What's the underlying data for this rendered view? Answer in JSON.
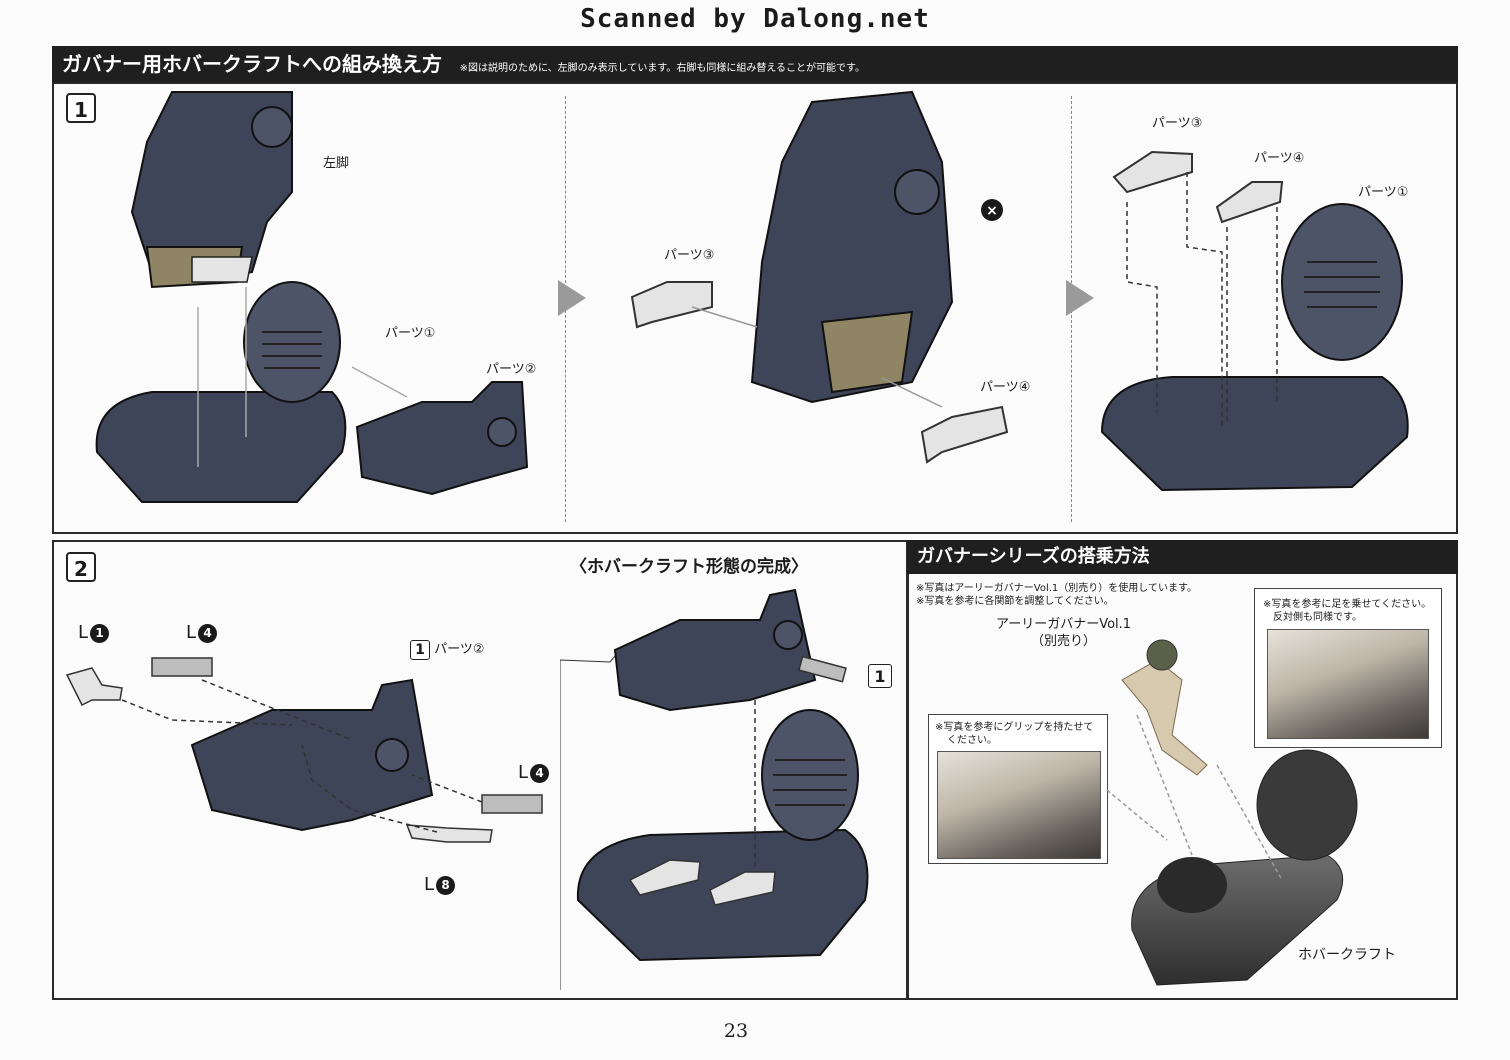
{
  "watermark": "Scanned by Dalong.net",
  "title": {
    "heading": "ガバナー用ホバークラフトへの組み換え方",
    "note": "※図は説明のために、左脚のみ表示しています。右脚も同様に組み替えることが可能です。"
  },
  "step1": {
    "number": "1",
    "labels": {
      "left_leg": "左脚",
      "part1_a": "パーツ①",
      "part2": "パーツ②",
      "part3_a": "パーツ③",
      "part4_a": "パーツ④",
      "part3_b": "パーツ③",
      "part4_b": "パーツ④",
      "part1_b": "パーツ①"
    },
    "x_icon": "×"
  },
  "step2": {
    "number": "2",
    "callout_num": "1",
    "callout_label": "パーツ②",
    "labels": [
      {
        "letter": "L",
        "num": "1"
      },
      {
        "letter": "L",
        "num": "4"
      },
      {
        "letter": "L",
        "num": "4"
      },
      {
        "letter": "L",
        "num": "8"
      }
    ]
  },
  "complete": {
    "title": "〈ホバークラフト形態の完成〉",
    "callout_num": "1"
  },
  "riding": {
    "heading": "ガバナーシリーズの搭乗方法",
    "notes": [
      "※写真はアーリーガバナーVol.1（別売り）を使用しています。",
      "※写真を参考に各関節を調整してください。"
    ],
    "figure_label_line1": "アーリーガバナーVol.1",
    "figure_label_line2": "（別売り）",
    "inset1_line1": "※写真を参考に足を乗せてください。",
    "inset1_line2": "反対側も同様です。",
    "inset2_line1": "※写真を参考にグリップを持たせて",
    "inset2_line2": "ください。",
    "hovercraft_label": "ホバークラフト"
  },
  "page_number": "23",
  "colors": {
    "navy_part": "#3f4559",
    "tan_part": "#8f8464",
    "light_part": "#e4e4e4"
  }
}
